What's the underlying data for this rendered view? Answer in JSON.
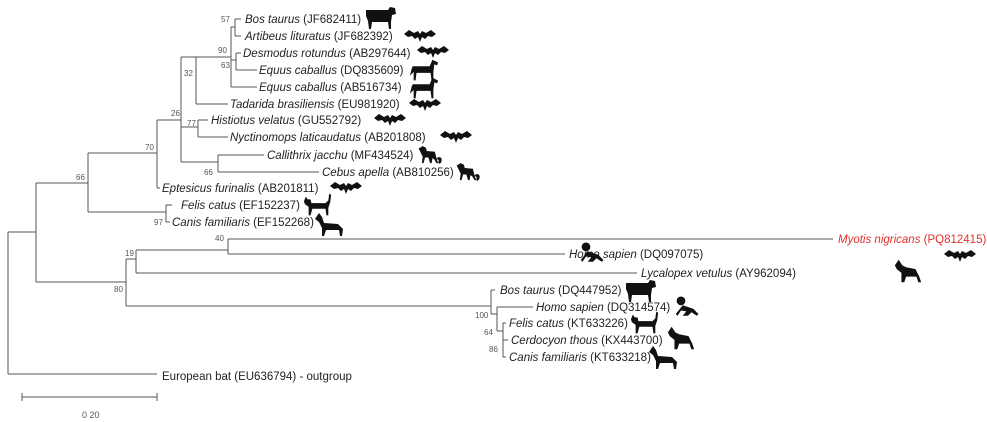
{
  "leaves": [
    {
      "species": "Bos taurus",
      "accession": " (JF682411)",
      "icon": "cow-icon"
    },
    {
      "species": "Artibeus lituratus",
      "accession": " (JF682392)",
      "icon": "bat-icon"
    },
    {
      "species": "Desmodus rotundus",
      "accession": " (AB297644)",
      "icon": "bat-icon"
    },
    {
      "species": "Equus caballus",
      "accession": " (DQ835609)",
      "icon": "horse-icon"
    },
    {
      "species": "Equus caballus",
      "accession": " (AB516734)",
      "icon": "horse-icon"
    },
    {
      "species": "Tadarida brasiliensis",
      "accession": " (EU981920)",
      "icon": "bat-icon"
    },
    {
      "species": "Histiotus velatus",
      "accession": " (GU552792)",
      "icon": "bat-icon"
    },
    {
      "species": "Nyctinomops laticaudatus",
      "accession": " (AB201808)",
      "icon": "bat-icon"
    },
    {
      "species": "Callithrix jacchu",
      "accession": " (MF434524)",
      "icon": "monkey-icon"
    },
    {
      "species": "Cebus apella",
      "accession": " (AB810256)",
      "icon": "monkey-icon"
    },
    {
      "species": "Eptesicus furinalis",
      "accession": " (AB201811)",
      "icon": "bat-icon"
    },
    {
      "species": "Felis catus",
      "accession": " (EF152237)",
      "icon": "cat-icon"
    },
    {
      "species": "Canis familiaris",
      "accession": " (EF152268)",
      "icon": "dog-icon"
    },
    {
      "species": "Myotis nigricans",
      "accession": " (PQ812415)",
      "icon": "bat-icon"
    },
    {
      "species": "Homo sapien",
      "accession": " (DQ097075)",
      "icon": "baby-icon"
    },
    {
      "species": "Lycalopex vetulus",
      "accession": " (AY962094)",
      "icon": "wolf-icon"
    },
    {
      "species": "Bos taurus",
      "accession": " (DQ447952)",
      "icon": "cow-icon"
    },
    {
      "species": "Homo sapien",
      "accession": " (DQ314574)",
      "icon": "baby-icon"
    },
    {
      "species": "Felis catus",
      "accession": " (KT633226)",
      "icon": "cat-icon"
    },
    {
      "species": "Cerdocyon thous",
      "accession": " (KX443700)",
      "icon": "wolf-icon"
    },
    {
      "species": "Canis familiaris",
      "accession": " (KT633218)",
      "icon": "dog-icon"
    }
  ],
  "outgroup": "European bat (EU636794) - outgroup",
  "bootstrap": [
    "57",
    "90",
    "63",
    "32",
    "26",
    "77",
    "70",
    "66",
    "66",
    "97",
    "40",
    "19",
    "80",
    "100",
    "64",
    "86"
  ],
  "scale_label": "0 20",
  "colors": {
    "highlight": "#e0302a",
    "branch": "#555555",
    "text": "#222222"
  }
}
